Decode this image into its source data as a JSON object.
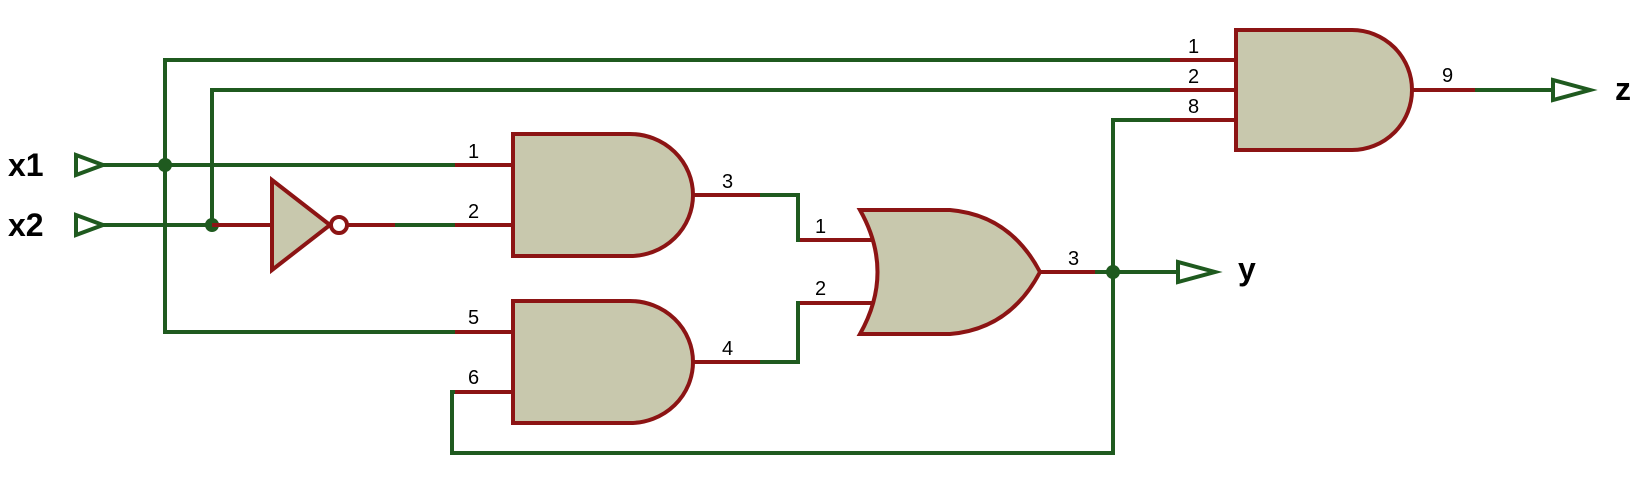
{
  "inputs": {
    "x1": "x1",
    "x2": "x2"
  },
  "outputs": {
    "y": "y",
    "z": "z"
  },
  "and_top": {
    "pin_a": "1",
    "pin_b": "2",
    "pin_out": "3"
  },
  "and_bottom": {
    "pin_a": "5",
    "pin_b": "6",
    "pin_out": "4"
  },
  "or_gate": {
    "pin_a": "1",
    "pin_b": "2",
    "pin_out": "3"
  },
  "and3": {
    "pin_a": "1",
    "pin_b": "2",
    "pin_c": "8",
    "pin_out": "9"
  },
  "colors": {
    "wire": "#1f5a1f",
    "pin_wire": "#8c1414",
    "gate_fill": "#c8c8ad",
    "gate_stroke": "#8c1414"
  }
}
